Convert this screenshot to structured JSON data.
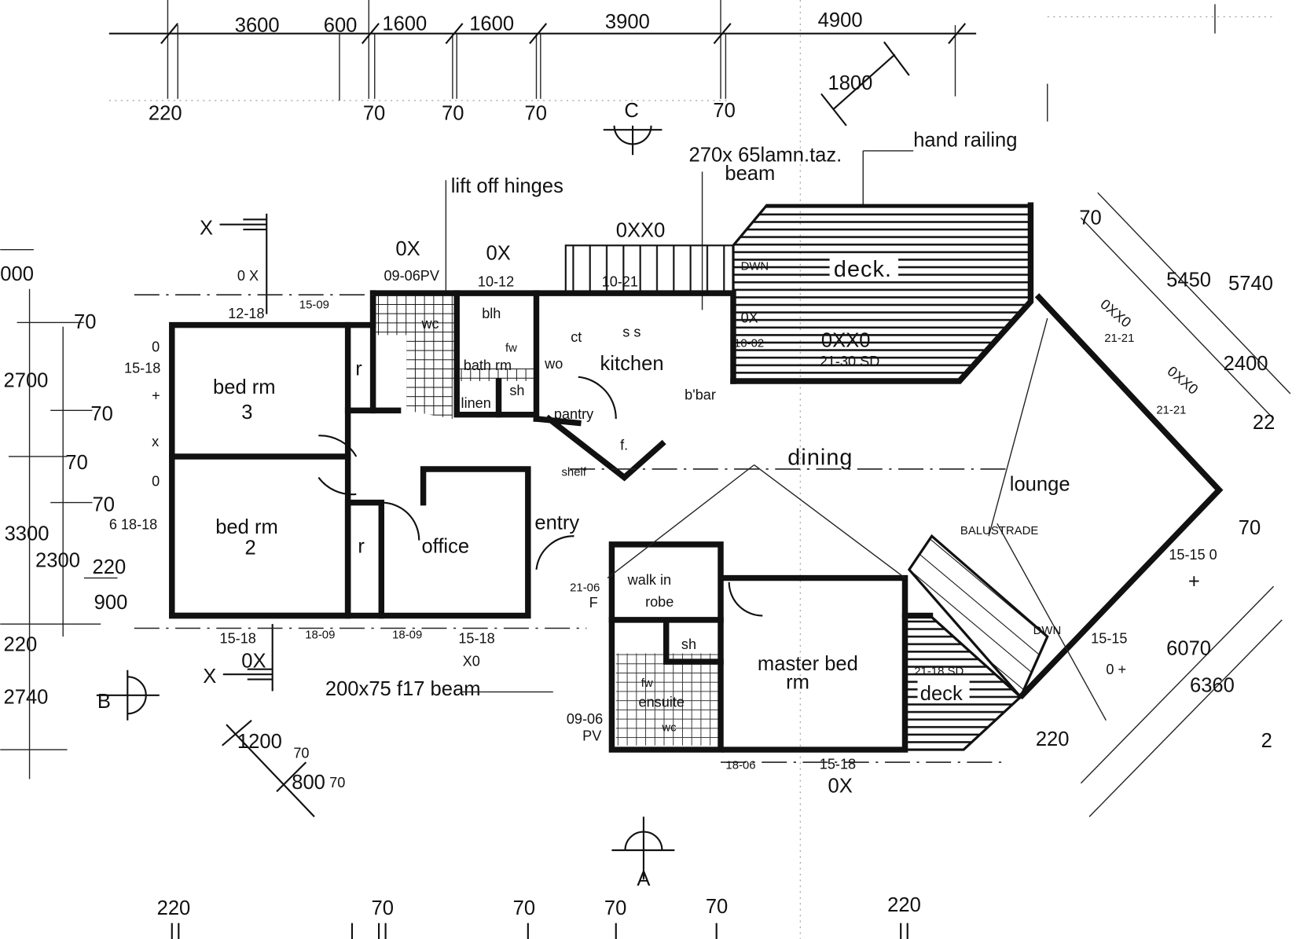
{
  "colors": {
    "ink": "#111111",
    "paper": "#ffffff"
  },
  "top_dims": {
    "spans": [
      "3600",
      "600",
      "1600",
      "1600",
      "3900",
      "4900"
    ],
    "walls": [
      "220",
      "70",
      "70",
      "70",
      "70"
    ],
    "diagonal": "1800"
  },
  "section_markers": {
    "c": "C",
    "b": "B",
    "a": "A",
    "x_top": "X",
    "x_bottom": "X"
  },
  "notes": {
    "lift_off_hinges": "lift off hinges",
    "beam_top_1": "270x 65lamn.taz.",
    "beam_top_2": "beam",
    "hand_railing": "hand railing",
    "beam_bottom": "200x75 f17 beam",
    "balustrade": "BALUSTRADE"
  },
  "windows": {
    "bed3_type": "0 X",
    "bed3_size": "12-18",
    "bed3_side": "15-09",
    "wc_type": "0X",
    "wc_size": "09-06PV",
    "bath_type": "0X",
    "bath_size": "10-12",
    "kitchen_type": "0XX0",
    "kitchen_size": "10-21",
    "deck_type": "0XX0",
    "deck_size": "21-30 SD",
    "kitchen_side_type": "0X",
    "kitchen_side_size": "10-02",
    "lounge_1_type": "0XX0",
    "lounge_1_size": "21-21",
    "lounge_2_type": "0XX0",
    "lounge_2_size": "21-21",
    "lounge_3": "15-15  0",
    "lounge_3_mark": "+",
    "lounge_4": "15-15",
    "lounge_4_mark": "0 +",
    "bed3_left": "15-18",
    "bed2_left": "6 18-18",
    "left_marks": [
      "0",
      "+",
      "x",
      "0"
    ],
    "bed2_bottom": "15-18",
    "bed2_bottom_type": "0X",
    "r_bottom_1": "18-09",
    "r_bottom_2": "18-09",
    "office_bottom": "15-18",
    "office_bottom_type": "X0",
    "ensuite_size": "09-06",
    "ensuite_pv": "PV",
    "master_bottom": "15-18",
    "master_bottom_type": "0X",
    "master_side": "18-06",
    "deck_lower": "21-18 SD",
    "entry_door": "21-06",
    "entry_mark": "F"
  },
  "rooms": {
    "bed3_name": "bed rm",
    "bed3_num": "3",
    "bed2_name": "bed rm",
    "bed2_num": "2",
    "robe_1": "r",
    "robe_2": "r",
    "office": "office",
    "entry": "entry",
    "bath": "bath rm",
    "bath_blh": "blh",
    "bath_fw": "fw",
    "wc": "wc",
    "linen": "linen",
    "shower": "sh",
    "kitchen": "kitchen",
    "ct": "ct",
    "wo": "wo",
    "ss": "s s",
    "pantry": "pantry",
    "fridge": "f.",
    "shelf": "shelf",
    "bbar": "b'bar",
    "deck_top": "deck.",
    "dwn_top": "DWN",
    "dining": "dining",
    "lounge": "lounge",
    "walk_in_1": "walk in",
    "walk_in_2": "robe",
    "ens_sh": "sh",
    "ens_fw": "fw",
    "ensuite": "ensuite",
    "ens_wc": "wc",
    "master_1": "master bed",
    "master_2": "rm",
    "deck_lower": "deck",
    "dwn_lower": "DWN"
  },
  "left_dims": [
    "000",
    "70",
    "2700",
    "70",
    "70",
    "70",
    "3300",
    "2300",
    "220",
    "900",
    "220",
    "2740"
  ],
  "right_dims": [
    "70",
    "5450",
    "5740",
    "2400",
    "22",
    "70",
    "6070",
    "6360",
    "220",
    "2"
  ],
  "stair_dims": [
    "1200",
    "70",
    "800",
    "70"
  ],
  "bottom_dims": [
    "220",
    "70",
    "70",
    "70",
    "70",
    "220"
  ]
}
